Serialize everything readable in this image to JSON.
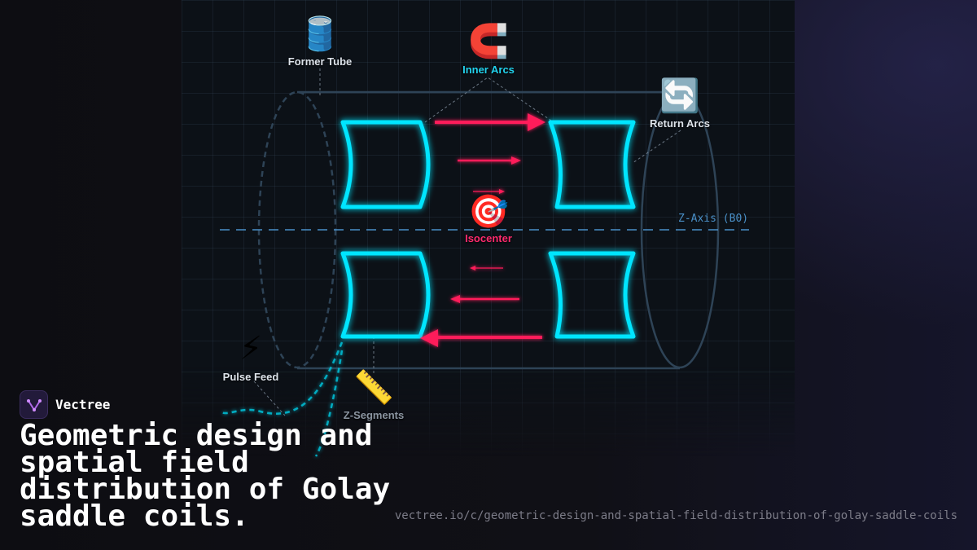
{
  "diagram": {
    "labels": {
      "former_tube": "Former Tube",
      "inner_arcs": "Inner Arcs",
      "return_arcs": "Return Arcs",
      "isocenter": "Isocenter",
      "pulse_feed": "Pulse Feed",
      "z_segments": "Z-Segments",
      "z_axis": "Z-Axis (B0)"
    },
    "icons": {
      "former_tube": "🛢️",
      "inner_arcs": "🧲",
      "return_arcs": "🔄",
      "isocenter": "🎯",
      "pulse_feed": "⚡",
      "z_segments": "📏"
    },
    "colors": {
      "coil": "#00e5ff",
      "current_arrow": "#ff1f5a",
      "isocenter_label": "#ff2a6d",
      "inner_arcs_label": "#22d3ee",
      "axis": "#4a90c8",
      "tube": "#2e4356"
    }
  },
  "brand": {
    "name": "Vectree",
    "logo_icon": "vectree-logo-icon"
  },
  "headline": "Geometric design and spatial field distribution of Golay saddle coils.",
  "url": "vectree.io/c/geometric-design-and-spatial-field-distribution-of-golay-saddle-coils"
}
